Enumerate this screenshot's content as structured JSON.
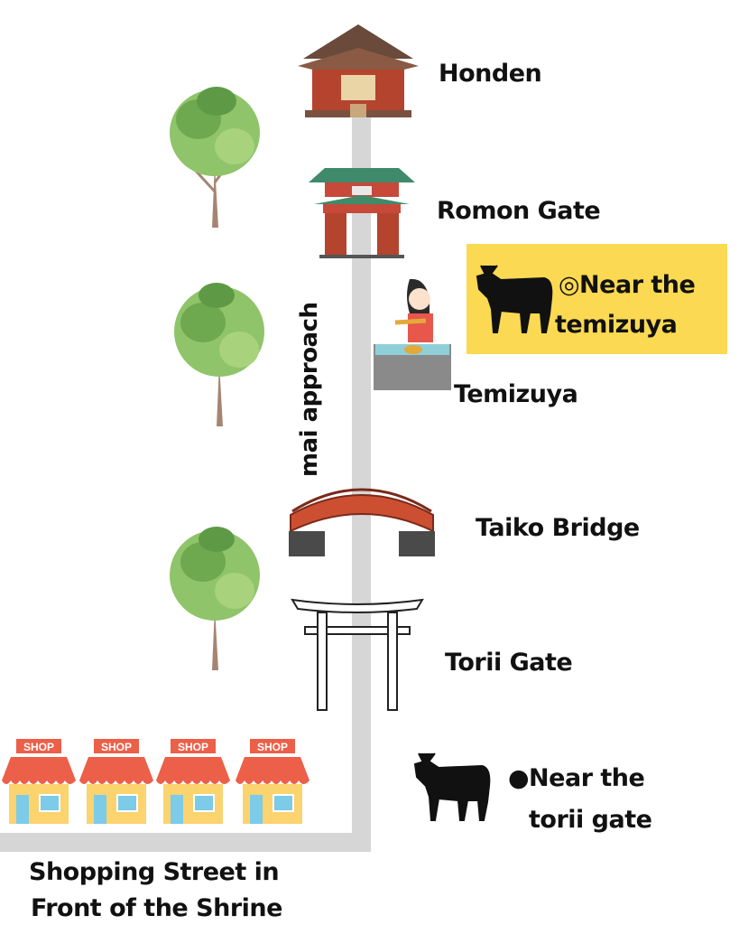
{
  "landmarks": {
    "honden": "Honden",
    "romon_gate": "Romon Gate",
    "temizuya": "Temizuya",
    "taiko_bridge": "Taiko Bridge",
    "torii_gate": "Torii Gate"
  },
  "approach_label": "mai approach",
  "callouts": {
    "temizuya": {
      "line1": "◎Near the",
      "line2": "temizuya",
      "background": "#fbd952"
    },
    "torii": {
      "line1": "●Near the",
      "line2": "torii gate"
    }
  },
  "shops": {
    "sign": "SHOP",
    "count": 4
  },
  "shopping_street": {
    "line1": "Shopping Street in",
    "line2": "Front of the Shrine"
  },
  "colors": {
    "road": "#d6d6d6",
    "awning": "#ec5f48",
    "shop_wall": "#fbd36f",
    "shop_glass": "#7ccbe8"
  }
}
